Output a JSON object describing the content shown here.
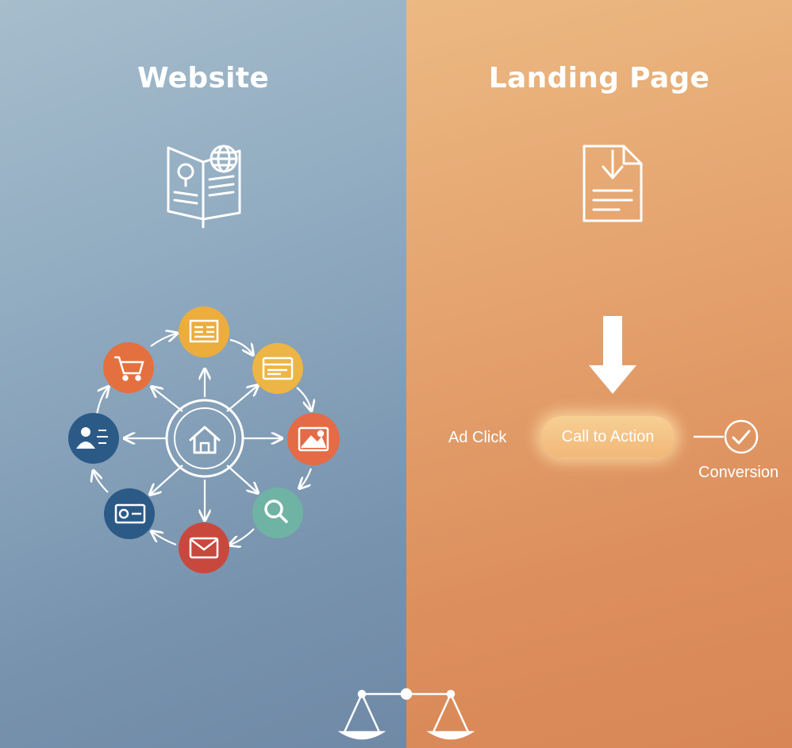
{
  "website": {
    "title": "Website",
    "hub_icon": "home-icon",
    "nodes": [
      {
        "name": "article-node",
        "icon": "article-icon",
        "color": "#ecad3d"
      },
      {
        "name": "browser-node",
        "icon": "browser-window-icon",
        "color": "#ecb545"
      },
      {
        "name": "image-node",
        "icon": "image-icon",
        "color": "#e46b45"
      },
      {
        "name": "search-node",
        "icon": "search-icon",
        "color": "#6fb3a4"
      },
      {
        "name": "email-node",
        "icon": "email-icon",
        "color": "#c9483e"
      },
      {
        "name": "card-node",
        "icon": "id-card-icon",
        "color": "#2c5a87"
      },
      {
        "name": "team-node",
        "icon": "team-icon",
        "color": "#2c5a87"
      },
      {
        "name": "cart-node",
        "icon": "shopping-cart-icon",
        "color": "#e5703f"
      }
    ]
  },
  "landing": {
    "title": "Landing Page",
    "ad_click": "Ad Click",
    "cta": "Call to Action",
    "conversion": "Conversion"
  },
  "colors": {
    "left_panel": "#8ea9bf",
    "right_panel": "#e4a26e",
    "cta": "#f4c27f"
  },
  "footer": {
    "icon": "balance-scale-icon"
  }
}
